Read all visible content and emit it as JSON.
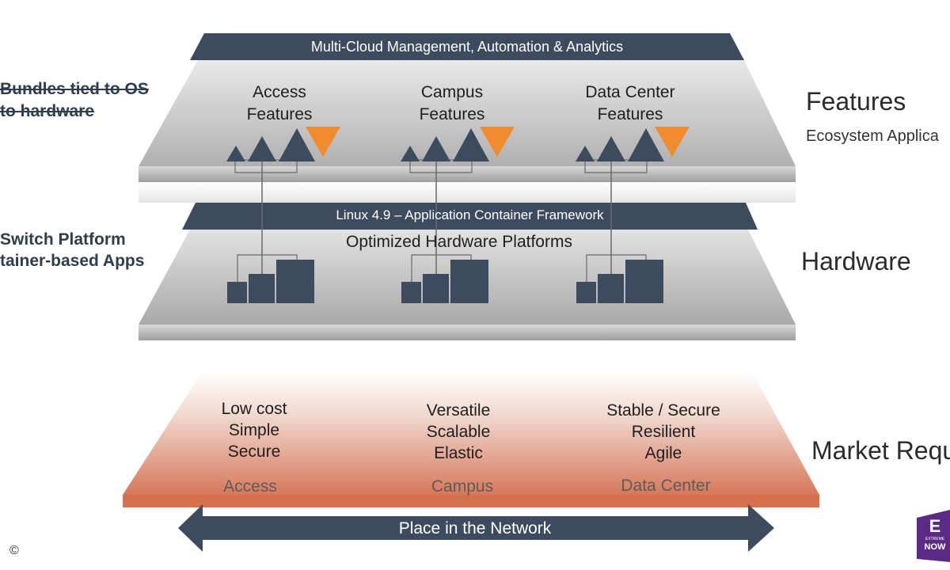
{
  "top_bar": {
    "label": "Multi-Cloud Management, Automation & Analytics"
  },
  "left_notes": {
    "features_line1": "Bundles tied to OS",
    "features_line2": "to hardware",
    "hardware_line1": "Switch Platform",
    "hardware_line2": "tainer-based Apps"
  },
  "feature_columns": [
    {
      "line1": "Access",
      "line2": "Features"
    },
    {
      "line1": "Campus",
      "line2": "Features"
    },
    {
      "line1": "Data Center",
      "line2": "Features"
    }
  ],
  "middle_bar": {
    "label": "Linux 4.9 – Application Container Framework"
  },
  "hardware_title": "Optimized Hardware Platforms",
  "right_labels": {
    "features": "Features",
    "features_sub": "Ecosystem Applica",
    "hardware": "Hardware",
    "market": "Market Requ"
  },
  "market_columns": [
    {
      "line1": "Low cost",
      "line2": "Simple",
      "line3": "Secure",
      "segment": "Access"
    },
    {
      "line1": "Versatile",
      "line2": "Scalable",
      "line3": "Elastic",
      "segment": "Campus"
    },
    {
      "line1": "Stable / Secure",
      "line2": "Resilient",
      "line3": "Agile",
      "segment": "Data Center"
    }
  ],
  "network_arrow": {
    "label": "Place in the Network"
  },
  "copyright": "©",
  "logo": {
    "letter": "E",
    "line_small": "EXTREME",
    "line_big": "NOW"
  },
  "colors": {
    "navy": "#3d4b5e",
    "orange": "#f28a2e",
    "slab_gray": "#b4b4b4",
    "market_orange": "#d7785a"
  }
}
